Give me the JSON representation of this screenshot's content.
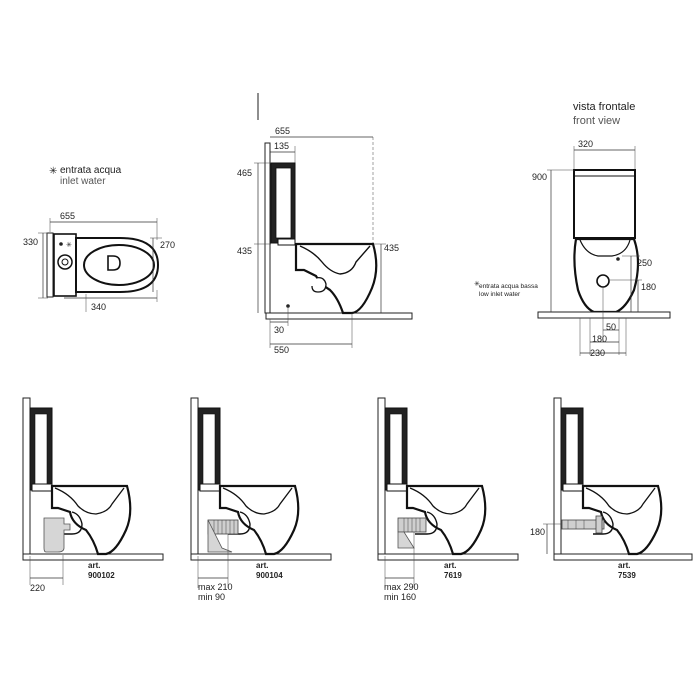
{
  "labels": {
    "inlet_it": "entrata acqua",
    "inlet_en": "inlet water",
    "front_it": "vista frontale",
    "front_en": "front view",
    "low_inlet_it": "entrata acqua bassa",
    "low_inlet_en": "low inlet water"
  },
  "top_view": {
    "w": "655",
    "h": "330",
    "seat": "270",
    "depth": "340"
  },
  "side_view": {
    "w": "655",
    "tank_top": "135",
    "tank_h": "465",
    "seat_h": "435",
    "seat_h_r": "435",
    "inlet": "30",
    "depth": "550"
  },
  "front_view": {
    "w": "320",
    "h": "900",
    "inlet_h": "250",
    "outlet_h": "180",
    "a": "50",
    "b": "180",
    "c": "230"
  },
  "variants": [
    {
      "art_label": "art.",
      "code": "900102",
      "dims": [
        "220"
      ]
    },
    {
      "art_label": "art.",
      "code": "900104",
      "dims": [
        "max 210",
        "min  90"
      ]
    },
    {
      "art_label": "art.",
      "code": "7619",
      "dims": [
        "max 290",
        "min  160"
      ]
    },
    {
      "art_label": "art.",
      "code": "7539",
      "dims": [
        "180"
      ]
    }
  ]
}
